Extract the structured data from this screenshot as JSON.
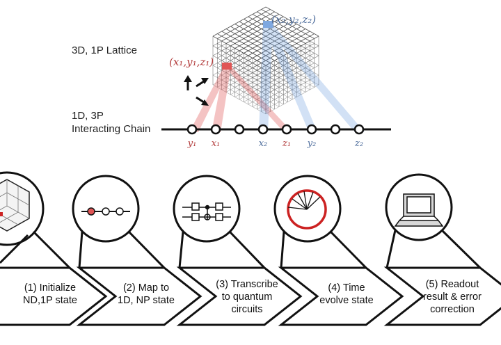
{
  "diagram": {
    "lattice_title": "3D, 1P Lattice",
    "chain_title_lines": [
      "1D, 3P",
      "Interacting Chain"
    ],
    "coord_red": "(x₁,y₁,z₁)",
    "coord_blue": "(x₂,y₂,z₂)",
    "chain_labels": [
      {
        "text": "y₁",
        "color": "#b23a3a"
      },
      {
        "text": "x₁",
        "color": "#b23a3a"
      },
      {
        "text": "x₂",
        "color": "#4a6a9a"
      },
      {
        "text": "z₁",
        "color": "#b23a3a"
      },
      {
        "text": "y₂",
        "color": "#4a6a9a"
      },
      {
        "text": "z₂",
        "color": "#4a6a9a"
      }
    ],
    "colors": {
      "red": "#e05555",
      "blue": "#6d9fe0",
      "accent_red": "#cc2222"
    }
  },
  "steps": [
    {
      "lines": [
        "(1) Initialize",
        "ND,1P state"
      ],
      "icon": "lattice-cube-icon"
    },
    {
      "lines": [
        "(2) Map to",
        "1D, NP state"
      ],
      "icon": "chain-icon"
    },
    {
      "lines": [
        "(3) Transcribe",
        "to quantum",
        "circuits"
      ],
      "icon": "circuit-icon"
    },
    {
      "lines": [
        "(4) Time",
        "evolve state"
      ],
      "icon": "clock-icon"
    },
    {
      "lines": [
        "(5) Readout",
        "result & error",
        "correction"
      ],
      "icon": "computer-icon"
    }
  ]
}
